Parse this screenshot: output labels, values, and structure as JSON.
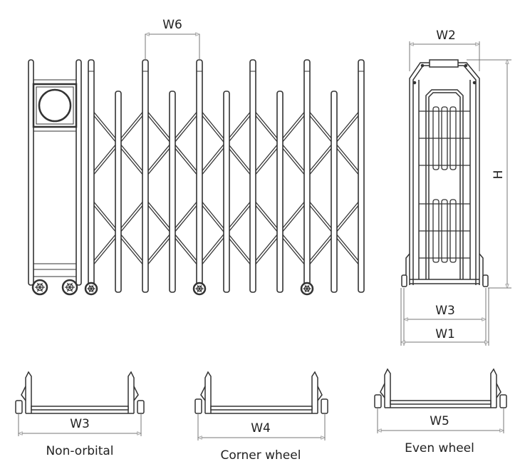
{
  "diagram": {
    "title": "Retractable gate dimension drawing",
    "front_view": {
      "dimension_labels": {
        "pitch": "W6"
      }
    },
    "side_view": {
      "dimension_labels": {
        "top_width": "W2",
        "height": "H",
        "wheel_track": "W3",
        "overall_width": "W1"
      }
    },
    "variants": [
      {
        "dimension": "W3",
        "caption": "Non-orbital"
      },
      {
        "dimension": "W4",
        "caption": "Corner wheel"
      },
      {
        "dimension": "W5",
        "caption": "Even wheel"
      }
    ],
    "colors": {
      "line": "#333333",
      "dim_line": "#777777",
      "arrow_fill": "#dddddd"
    }
  }
}
